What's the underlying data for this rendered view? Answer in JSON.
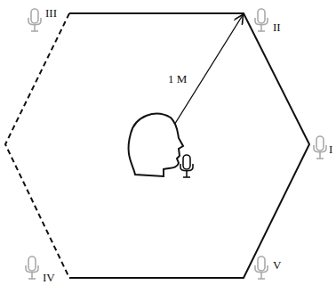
{
  "diagram": {
    "labels": [
      "III",
      "II",
      "1 M",
      "I",
      "IV",
      "V"
    ]
  }
}
